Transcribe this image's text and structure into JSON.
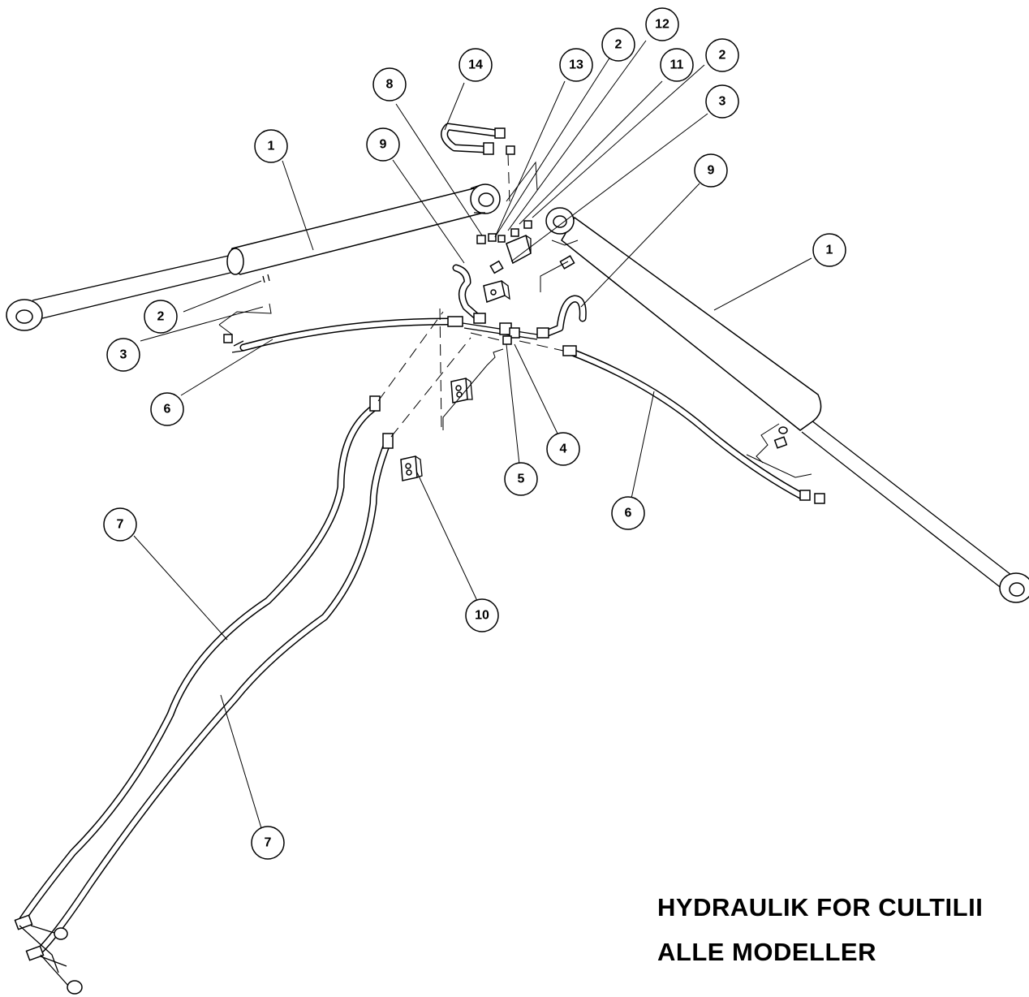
{
  "title": {
    "line1": "HYDRAULIK FOR CULTILII",
    "line2": "ALLE MODELLER"
  },
  "callouts": [
    {
      "label": "1"
    },
    {
      "label": "1"
    },
    {
      "label": "2"
    },
    {
      "label": "2"
    },
    {
      "label": "2"
    },
    {
      "label": "3"
    },
    {
      "label": "3"
    },
    {
      "label": "4"
    },
    {
      "label": "5"
    },
    {
      "label": "6"
    },
    {
      "label": "6"
    },
    {
      "label": "7"
    },
    {
      "label": "7"
    },
    {
      "label": "8"
    },
    {
      "label": "9"
    },
    {
      "label": "9"
    },
    {
      "label": "10"
    },
    {
      "label": "11"
    },
    {
      "label": "12"
    },
    {
      "label": "13"
    },
    {
      "label": "14"
    }
  ]
}
